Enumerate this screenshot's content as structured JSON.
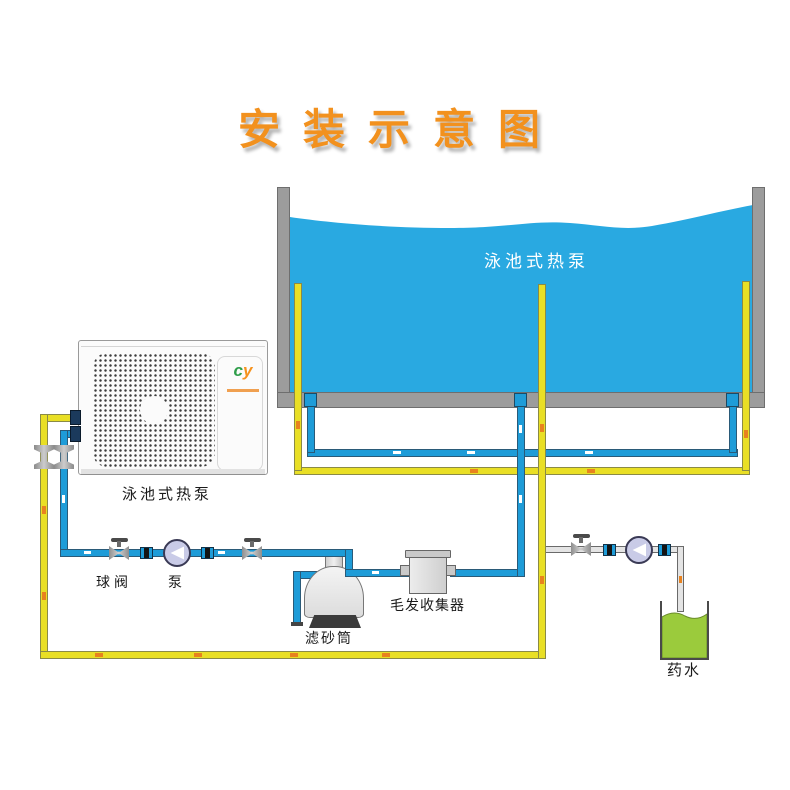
{
  "title": {
    "text": "安装示意图"
  },
  "pool": {
    "water_label": "泳池式热泵"
  },
  "heat_pump": {
    "label": "泳池式热泵",
    "logo_c": "c",
    "logo_y": "y"
  },
  "labels": {
    "ball_valve": "球阀",
    "pump": "泵",
    "sand_filter": "滤砂筒",
    "hair_collector": "毛发收集器",
    "chemical": "药水"
  },
  "colors": {
    "title_orange": "#F2911E",
    "water_blue": "#29A9E1",
    "pipe_yellow": "#E9DF25",
    "pipe_blue": "#1E9CD8",
    "dosing_pipe_gray": "#E4E4E4",
    "chemical_green": "#9BCB3C",
    "wall_gray": "#9C9C9C",
    "pump_body": "#C9CBE7"
  }
}
